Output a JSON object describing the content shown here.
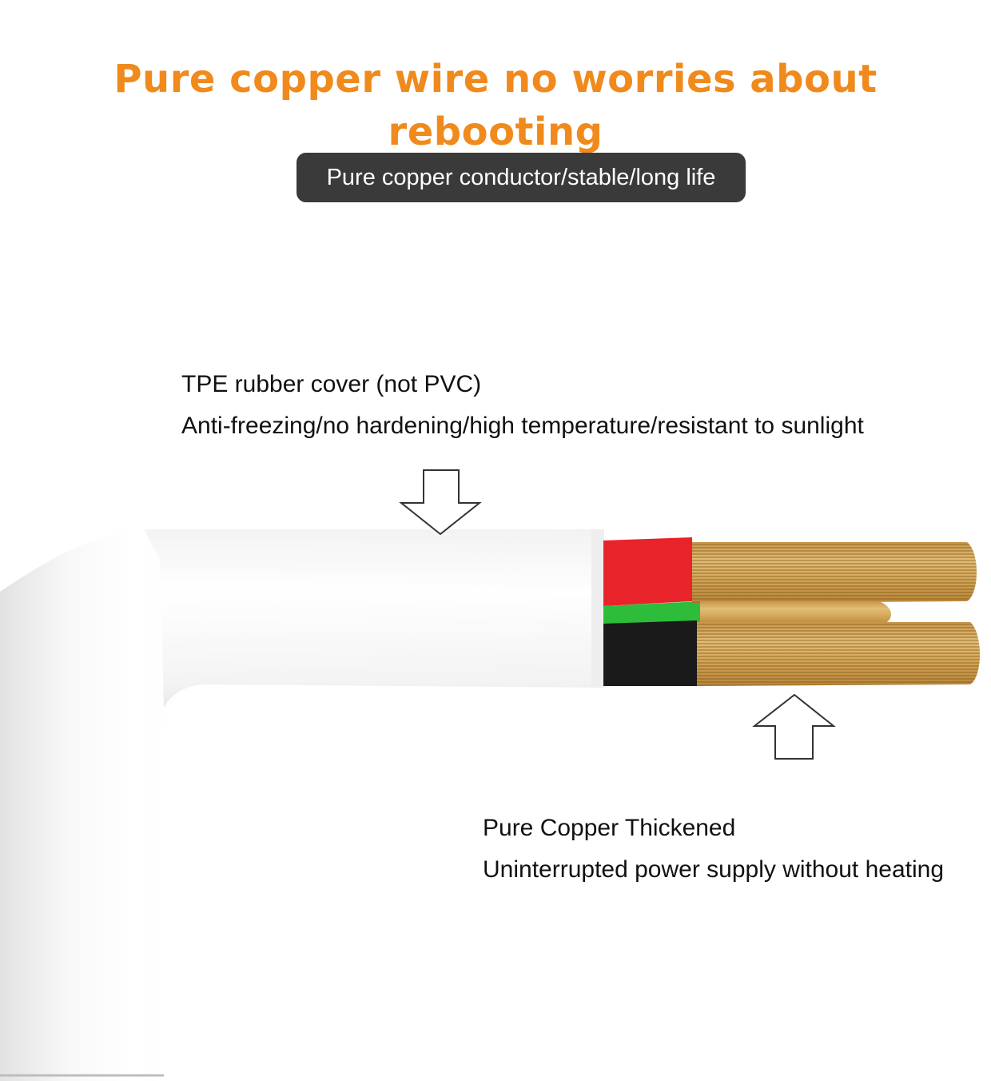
{
  "headline": {
    "text": "Pure copper wire no worries about rebooting",
    "color": "#f08a1c"
  },
  "pill": {
    "text": "Pure copper conductor/stable/long life",
    "background": "#3a3a3a"
  },
  "cover_caption": {
    "line1": "TPE rubber cover (not PVC)",
    "line2": "Anti-freezing/no hardening/high temperature/resistant to sunlight"
  },
  "core_caption": {
    "line1": "Pure Copper Thickened",
    "line2": "Uninterrupted power supply without heating"
  },
  "illustration": {
    "cable_color": "#f7f7f7",
    "insulation_colors": [
      "#e8242a",
      "#2dbd3a",
      "#1a1a1a"
    ],
    "copper_color": "#d4a85a",
    "arrows": [
      "down-arrow-icon",
      "up-arrow-icon"
    ]
  }
}
